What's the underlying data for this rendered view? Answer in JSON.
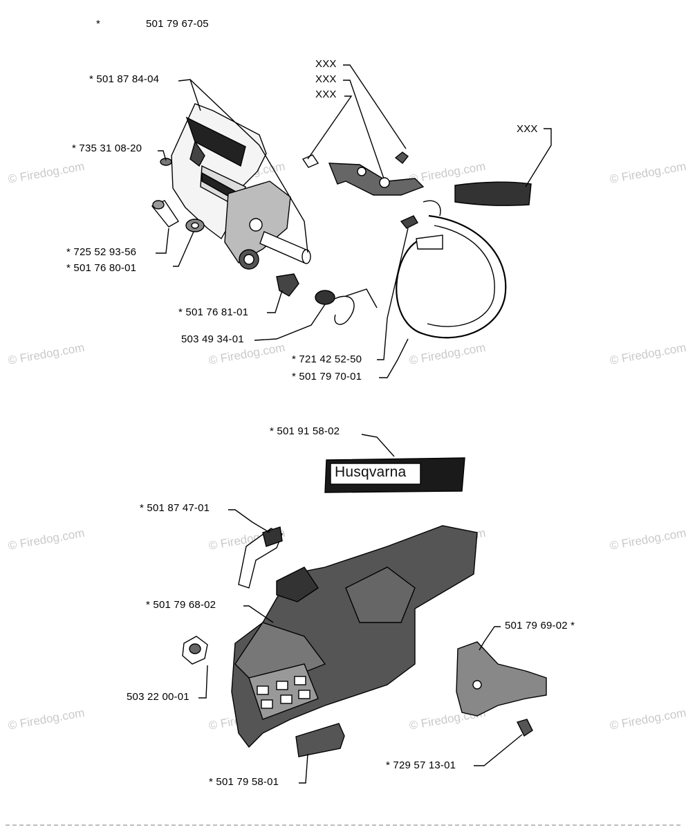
{
  "header": {
    "star": "*",
    "kit_number": "501 79 67-05"
  },
  "watermarks": [
    "© Firedog.com",
    "© Firedog.com",
    "© Firedog.com",
    "© Firedog.com",
    "© Firedog.com",
    "© Firedog.com",
    "© Firedog.com",
    "© Firedog.com",
    "© Firedog.com",
    "© Firedog.com",
    "© Firedog.com",
    "© Firedog.com",
    "© Firedog.com",
    "© Firedog.com",
    "© Firedog.com",
    "© Firedog.com"
  ],
  "brand_plate": "Husqvarna",
  "labels": {
    "p1": "* 501 87 84-04",
    "p2": "* 735 31 08-20",
    "p3": "* 725 52 93-56",
    "p4": "* 501 76 80-01",
    "p5": "* 501 76 81-01",
    "p6": "503 49 34-01",
    "p7": "* 721 42 52-50",
    "p8": "* 501 79 70-01",
    "x1": "XXX",
    "x2": "XXX",
    "x3": "XXX",
    "x4": "XXX",
    "p9": "* 501 91 58-02",
    "p10": "* 501 87 47-01",
    "p11": "* 501 79 68-02",
    "p12": "503 22 00-01",
    "p13": "501 79 69-02 *",
    "p14": "* 729 57 13-01",
    "p15": "* 501 79 58-01"
  }
}
